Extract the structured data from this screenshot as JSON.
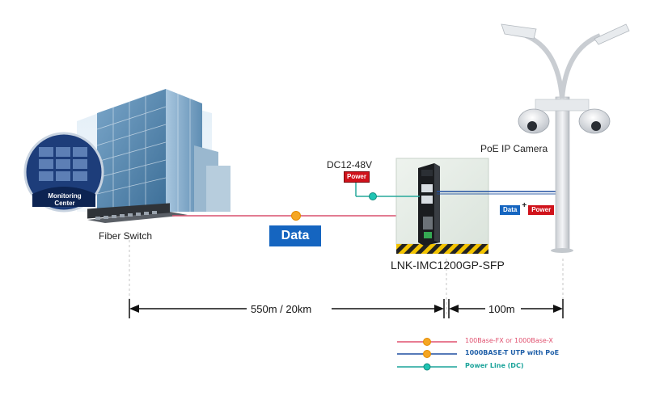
{
  "monitoring_label": "Monitoring Center",
  "fiber_switch_label": "Fiber Switch",
  "data_badge": "Data",
  "power_supply_label": "DC12-48V",
  "power_badge": "Power",
  "device_label": "LNK-IMC1200GP-SFP",
  "camera_label": "PoE IP Camera",
  "poe_tag": {
    "data": "Data",
    "plus": "+",
    "power": "Power"
  },
  "distances": {
    "fiber": "550m / 20km",
    "copper": "100m"
  },
  "legend": [
    {
      "label": "100Base-FX or 1000Base-X",
      "color": "#e0506e"
    },
    {
      "label": "1000BASE-T UTP  with PoE",
      "color": "#1f5fa8"
    },
    {
      "label": "Power Line (DC)",
      "color": "#1aa39a"
    }
  ],
  "colors": {
    "fiber": "#d9506e",
    "utp": "#1f4fa0",
    "power": "#27a89a",
    "node": "#f5a623",
    "data_badge_bg": "#1565c0",
    "power_badge_bg": "#d0121b"
  }
}
